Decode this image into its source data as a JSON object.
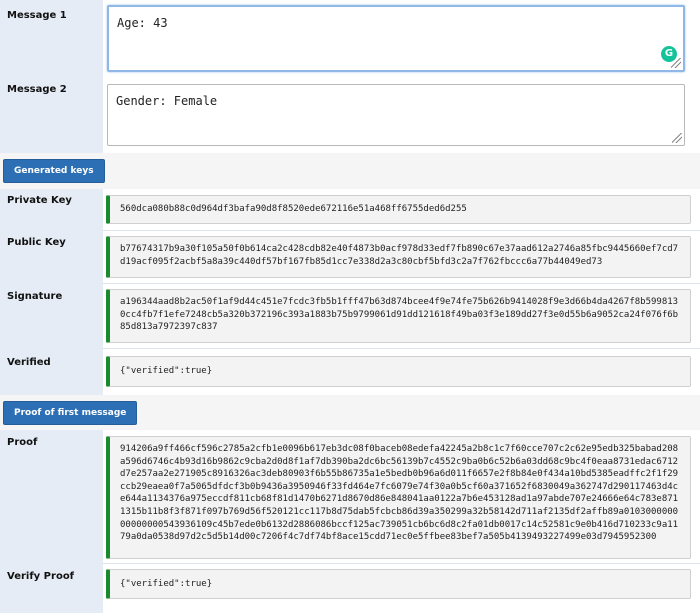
{
  "message1": {
    "label": "Message 1",
    "value": "Age: 43",
    "grammarly_glyph": "G"
  },
  "message2": {
    "label": "Message 2",
    "value": "Gender: Female"
  },
  "generated_keys_button": "Generated keys",
  "private_key": {
    "label": "Private Key",
    "value": "560dca080b88c0d964df3bafa90d8f8520ede672116e51a468ff6755ded6d255"
  },
  "public_key": {
    "label": "Public Key",
    "value": "b77674317b9a30f105a50f0b614ca2c428cdb82e40f4873b0acf978d33edf7fb890c67e37aad612a2746a85fbc9445660ef7cd7d19acf095f2acbf5a8a39c440df57bf167fb85d1cc7e338d2a3c80cbf5bfd3c2a7f762fbccc6a77b44049ed73"
  },
  "signature": {
    "label": "Signature",
    "value": "a196344aad8b2ac50f1af9d44c451e7fcdc3fb5b1fff47b63d874bcee4f9e74fe75b626b9414028f9e3d66b4da4267f8b5998130cc4fb7f1efe7248cb5a320b372196c393a1883b75b9799061d91dd121618f49ba03f3e189dd27f3e0d55b6a9052ca24f076f6b85d813a7972397c837"
  },
  "verified": {
    "label": "Verified",
    "value": "{\"verified\":true}"
  },
  "proof_button": "Proof of first message",
  "proof": {
    "label": "Proof",
    "value": "914206a9ff466cf596c2785a2cfb1e0096b617eb3dc08f0baceb08edefa42245a2b8c1c7f60cce707c2c62e95edb325babad208a596d6746c4b93d16b9862c9cba2d0d8f1af7db390ba2dc6bc56139b7c4552c9ba0b6c52b6a03dd68c9bc4f0eaa8731edac6712d7e257aa2e271905c8916326ac3deb80903f6b55b86735a1e5bedb0b96a6d011f6657e2f8b84e0f434a10bd5385eadffc2f1f29ccb29eaea0f7a5065dfdcf3b0b9436a3950946f33fd464e7fc6079e74f30a0b5cf60a371652f6830049a362747d290117463d4ce644a1134376a975eccdf811cb68f81d1470b6271d8670d86e848041aa0122a7b6e453128ad1a97abde707e24666e64c783e8711315b11b8f3f871f097b769d56f520121cc117b8d75dab5fcbcb86d39a350299a32b58142d711af2135df2affb89a010300000000000000543936109c45b7ede0b6132d2886086bccf125ac739051cb6bc6d8c2fa01db0017c14c52581c9e0b416d710233c9a1179a0da0538d97d2c5d5b14d00c7206f4c7df74bf8ace15cdd71ec0e5ffbee83bef7a505b4139493227499e03d7945952300"
  },
  "verify_proof": {
    "label": "Verify Proof",
    "value": "{\"verified\":true}"
  }
}
